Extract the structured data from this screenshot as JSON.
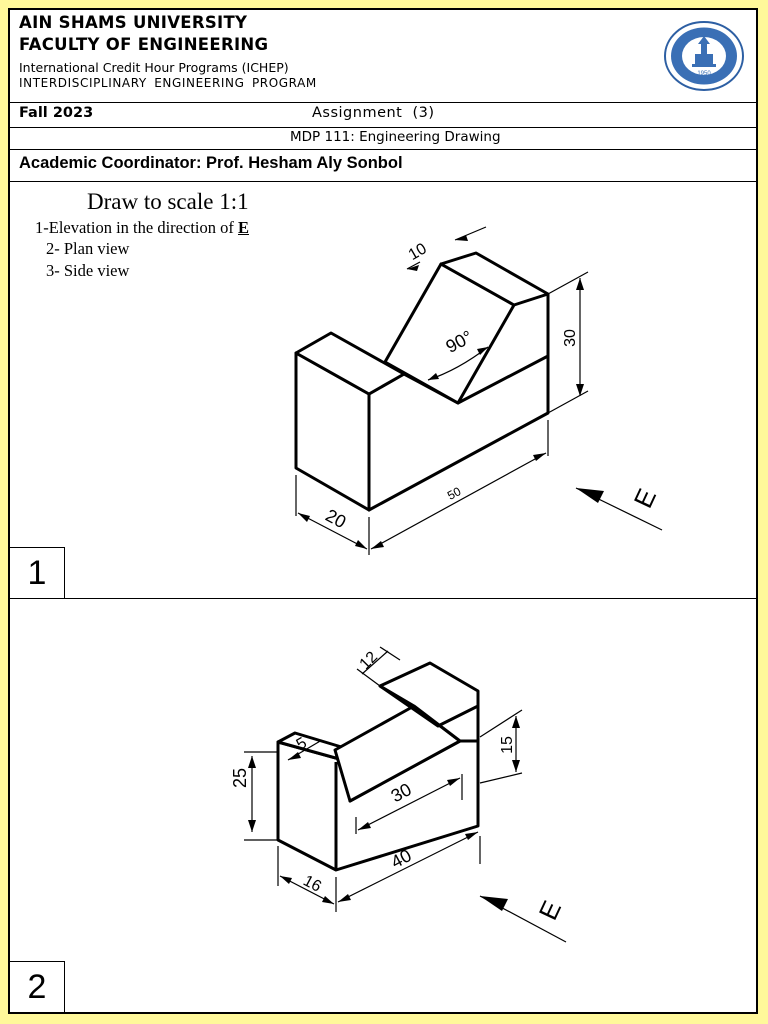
{
  "header": {
    "university": "AIN SHAMS UNIVERSITY",
    "faculty": "FACULTY OF ENGINEERING",
    "program_line1": "International Credit Hour Programs (ICHEP)",
    "program_line2": "INTERDISCIPLINARY ENGINEERING PROGRAM",
    "logo_year": "1950"
  },
  "meta": {
    "term": "Fall 2023",
    "assignment": "Assignment (3)",
    "course": "MDP 111: Engineering Drawing",
    "coordinator": "Academic Coordinator: Prof. Hesham Aly Sonbol"
  },
  "problem1": {
    "number": "1",
    "title": "Draw to scale 1:1",
    "instructions": {
      "item1_prefix": "1-Elevation in the direction of ",
      "item1_bold": "E",
      "item2": "2- Plan view",
      "item3": "3- Side view"
    },
    "dims": {
      "top": "10",
      "angle": "90°",
      "height": "30",
      "length": "50",
      "depth": "20",
      "direction": "E"
    }
  },
  "problem2": {
    "number": "2",
    "dims": {
      "slot": "12",
      "wall": "5",
      "height": "25",
      "step": "15",
      "inner": "30",
      "length": "40",
      "depth": "16",
      "direction": "E"
    }
  }
}
